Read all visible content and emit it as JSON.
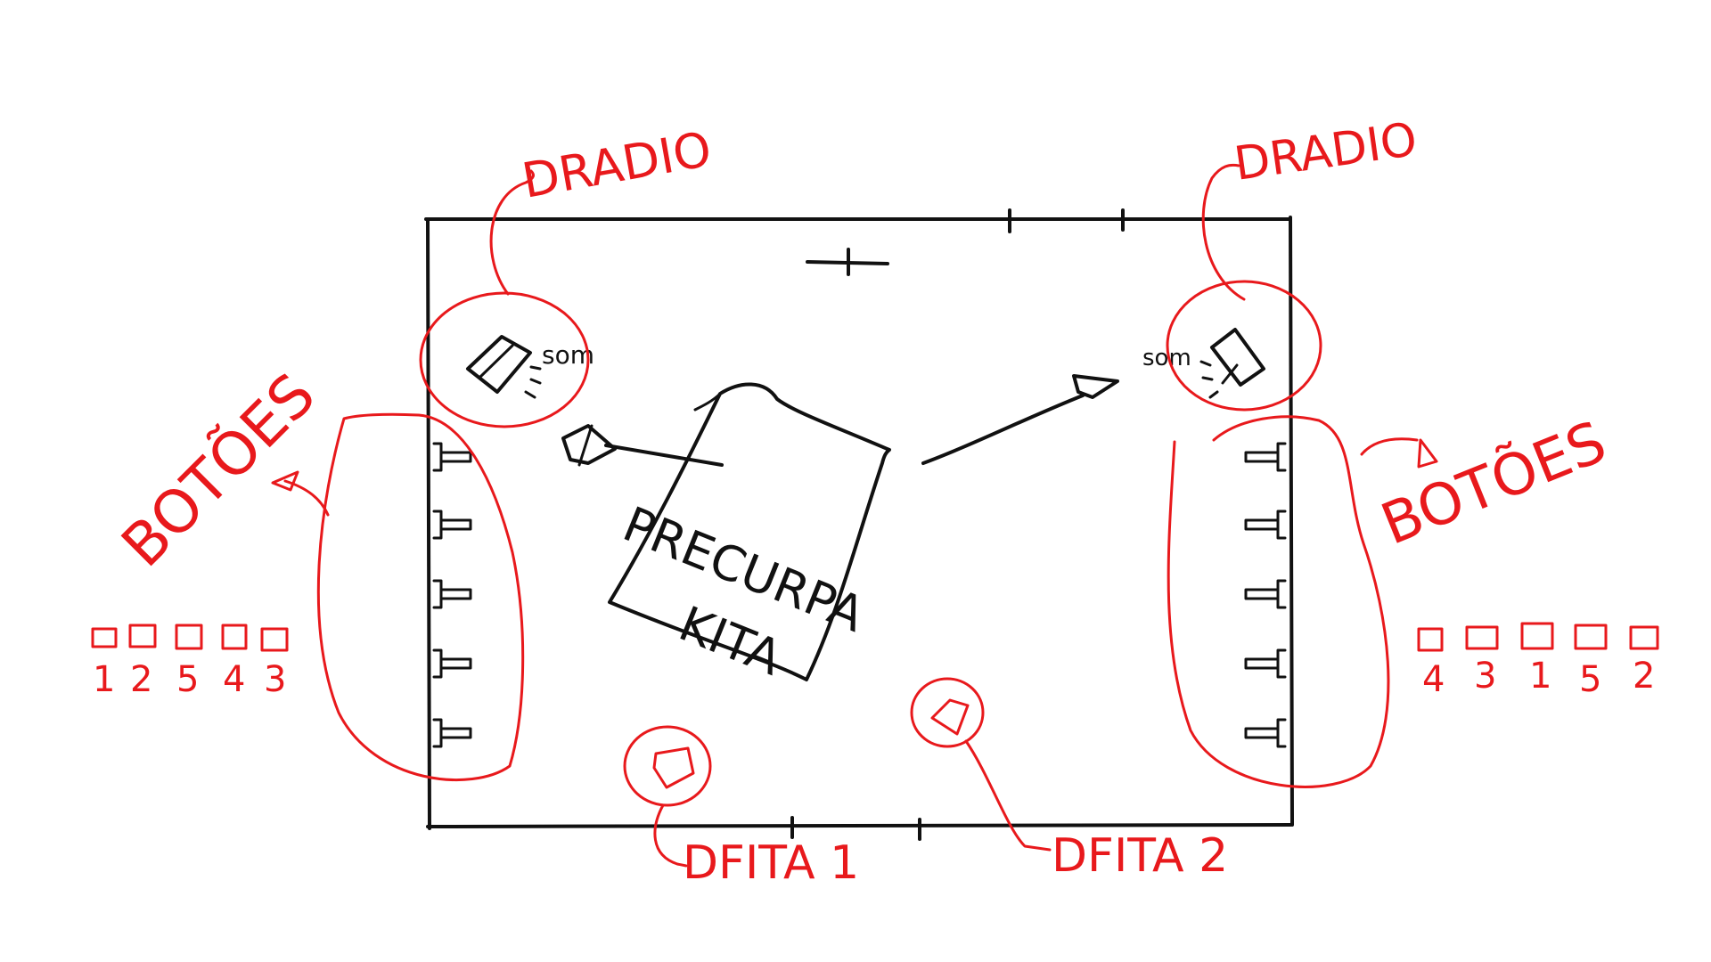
{
  "annotations": {
    "radio_left": "DRADIO",
    "radio_right": "DRADIO",
    "buttons_left": "BOTÕES",
    "buttons_right": "BOTÕES",
    "fita_1": "DFITA 1",
    "fita_2": "DFITA 2"
  },
  "device": {
    "sound_left": "som",
    "sound_right": "som",
    "card_line1": "PRECURPA",
    "card_line2": "KITA"
  },
  "button_groups": {
    "left_numbers": [
      "1",
      "2",
      "5",
      "4",
      "3"
    ],
    "right_numbers": [
      "4",
      "3",
      "1",
      "5",
      "2"
    ]
  },
  "colors": {
    "ink": "#111111",
    "annotation": "#e8191c",
    "background": "#ffffff"
  }
}
